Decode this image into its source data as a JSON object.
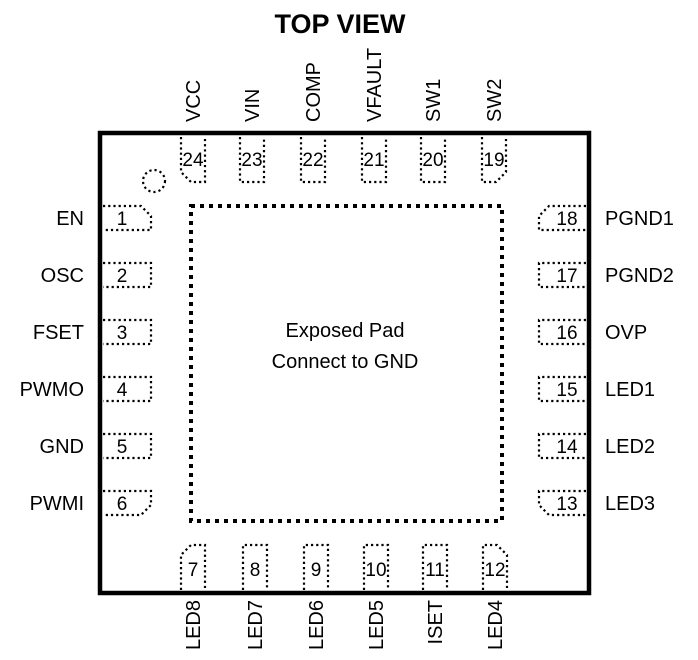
{
  "title": "TOP VIEW",
  "exposed_pad": {
    "line1": "Exposed Pad",
    "line2": "Connect to GND"
  },
  "pins": {
    "left": [
      {
        "num": "1",
        "name": "EN"
      },
      {
        "num": "2",
        "name": "OSC"
      },
      {
        "num": "3",
        "name": "FSET"
      },
      {
        "num": "4",
        "name": "PWMO"
      },
      {
        "num": "5",
        "name": "GND"
      },
      {
        "num": "6",
        "name": "PWMI"
      }
    ],
    "bottom": [
      {
        "num": "7",
        "name": "LED8"
      },
      {
        "num": "8",
        "name": "LED7"
      },
      {
        "num": "9",
        "name": "LED6"
      },
      {
        "num": "10",
        "name": "LED5"
      },
      {
        "num": "11",
        "name": "ISET"
      },
      {
        "num": "12",
        "name": "LED4"
      }
    ],
    "right": [
      {
        "num": "13",
        "name": "LED3"
      },
      {
        "num": "14",
        "name": "LED2"
      },
      {
        "num": "15",
        "name": "LED1"
      },
      {
        "num": "16",
        "name": "OVP"
      },
      {
        "num": "17",
        "name": "PGND2"
      },
      {
        "num": "18",
        "name": "PGND1"
      }
    ],
    "top": [
      {
        "num": "19",
        "name": "SW2"
      },
      {
        "num": "20",
        "name": "SW1"
      },
      {
        "num": "21",
        "name": "VFAULT"
      },
      {
        "num": "22",
        "name": "COMP"
      },
      {
        "num": "23",
        "name": "VIN"
      },
      {
        "num": "24",
        "name": "VCC"
      }
    ]
  }
}
